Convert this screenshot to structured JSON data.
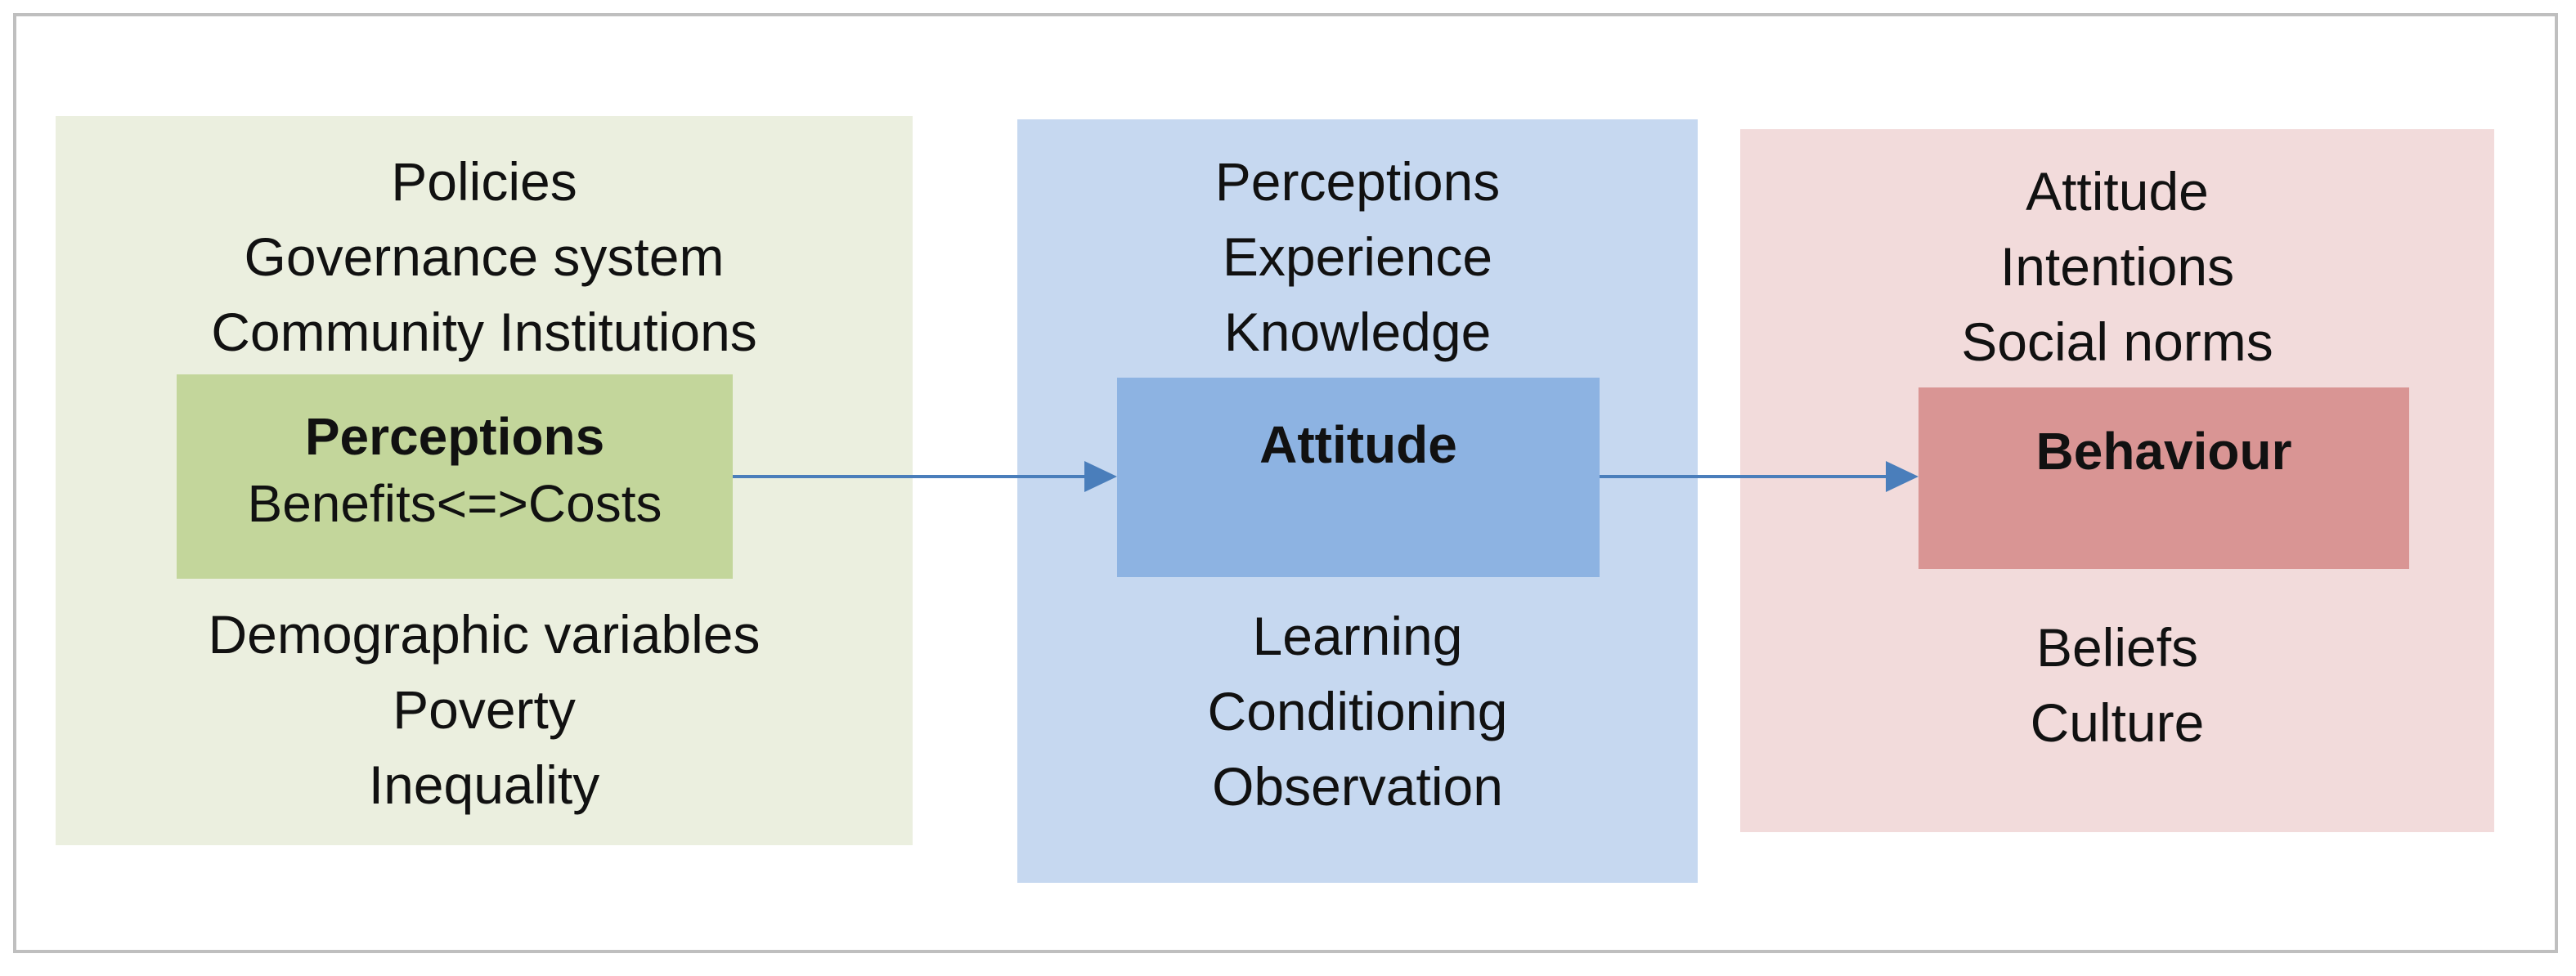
{
  "left_panel": {
    "top_lines": [
      "Policies",
      "Governance system",
      "Community Institutions"
    ],
    "box": {
      "title": "Perceptions",
      "subtitle": "Benefits<=>Costs"
    },
    "bottom_lines": [
      "Demographic variables",
      "Poverty",
      "Inequality"
    ]
  },
  "middle_panel": {
    "top_lines": [
      "Perceptions",
      "Experience",
      "Knowledge"
    ],
    "box": {
      "title": "Attitude"
    },
    "bottom_lines": [
      "Learning",
      "Conditioning",
      "Observation"
    ]
  },
  "right_panel": {
    "top_lines": [
      "Attitude",
      "Intentions",
      "Social norms"
    ],
    "box": {
      "title": "Behaviour"
    },
    "bottom_lines": [
      "Beliefs",
      "Culture"
    ]
  },
  "colors": {
    "left_bg": "#ebefdf",
    "left_box": "#c3d69b",
    "middle_bg": "#c6d8f0",
    "middle_box": "#8db3e2",
    "right_bg": "#f2dbdb",
    "right_box": "#d99594",
    "arrow": "#4a7ebb",
    "frame": "#bfbfbf"
  }
}
